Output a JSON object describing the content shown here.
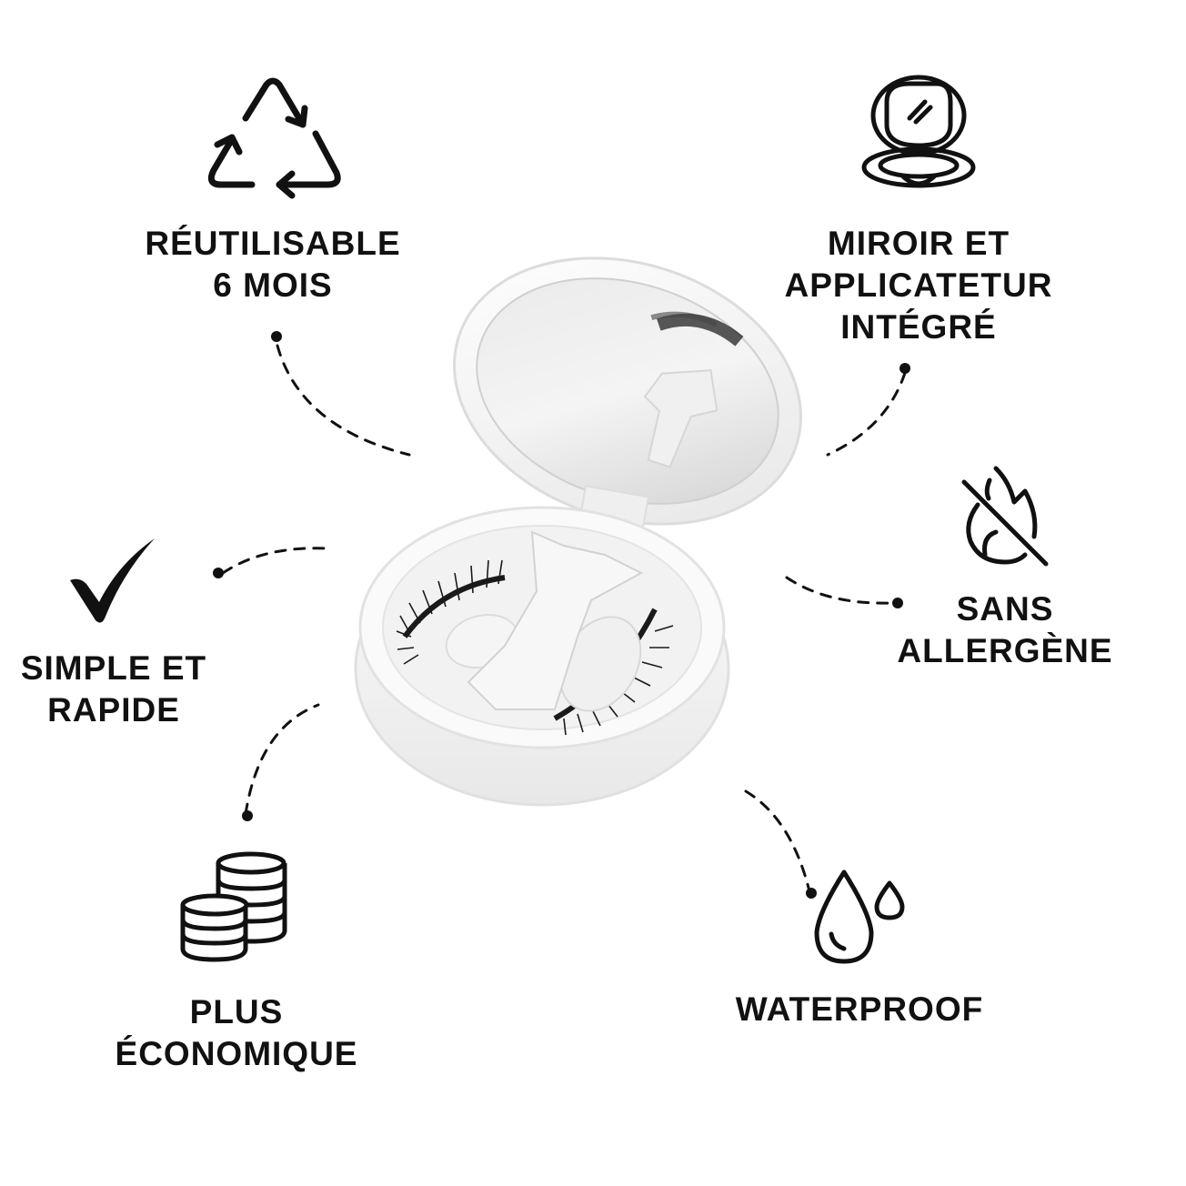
{
  "colors": {
    "background": "#ffffff",
    "ink": "#111111",
    "case_white": "#f7f7f7",
    "case_shadow": "#d9d9d9",
    "mirror_gray": "#c9c9c9",
    "lash_black": "#1a1a1a"
  },
  "product": {
    "name": "lash-case-with-mirror-and-applicator",
    "icon": "eyelash-compact-case"
  },
  "features": [
    {
      "id": "reusable",
      "icon": "recycle-icon",
      "lines": [
        "RÉUTILISABLE",
        "6 MOIS"
      ]
    },
    {
      "id": "mirror",
      "icon": "compact-mirror-icon",
      "lines": [
        "MIROIR ET",
        "APPLICATETUR",
        "INTÉGRÉ"
      ]
    },
    {
      "id": "allergen",
      "icon": "no-allergen-flame-icon",
      "lines": [
        "SANS",
        "ALLERGÈNE"
      ]
    },
    {
      "id": "simple",
      "icon": "checkmark-icon",
      "lines": [
        "SIMPLE ET",
        "RAPIDE"
      ]
    },
    {
      "id": "economic",
      "icon": "coin-stack-icon",
      "lines": [
        "PLUS",
        "ÉCONOMIQUE"
      ]
    },
    {
      "id": "waterproof",
      "icon": "water-drops-icon",
      "lines": [
        "WATERPROOF"
      ]
    }
  ]
}
